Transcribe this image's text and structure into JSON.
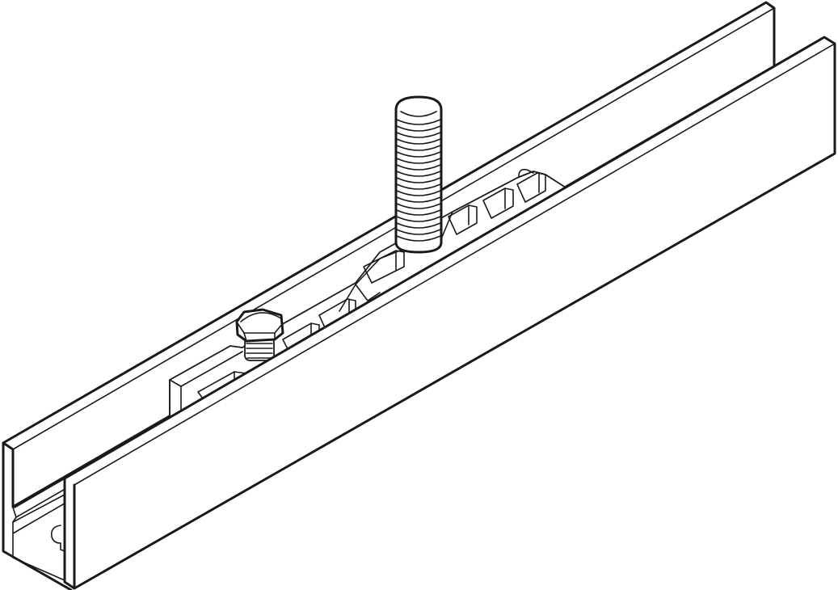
{
  "figure": {
    "caption": "",
    "subject": "U-channel track rail with sliding carrier, threaded stud and hex bolt",
    "colors": {
      "background": "#ffffff",
      "line": "#1a1a1a"
    },
    "components": [
      {
        "id": "channel",
        "label": "U-channel rail profile"
      },
      {
        "id": "carrier",
        "label": "sliding carrier / trolley insert"
      },
      {
        "id": "threaded-stud",
        "label": "threaded stud"
      },
      {
        "id": "hex-bolt",
        "label": "hex head bolt"
      }
    ]
  }
}
